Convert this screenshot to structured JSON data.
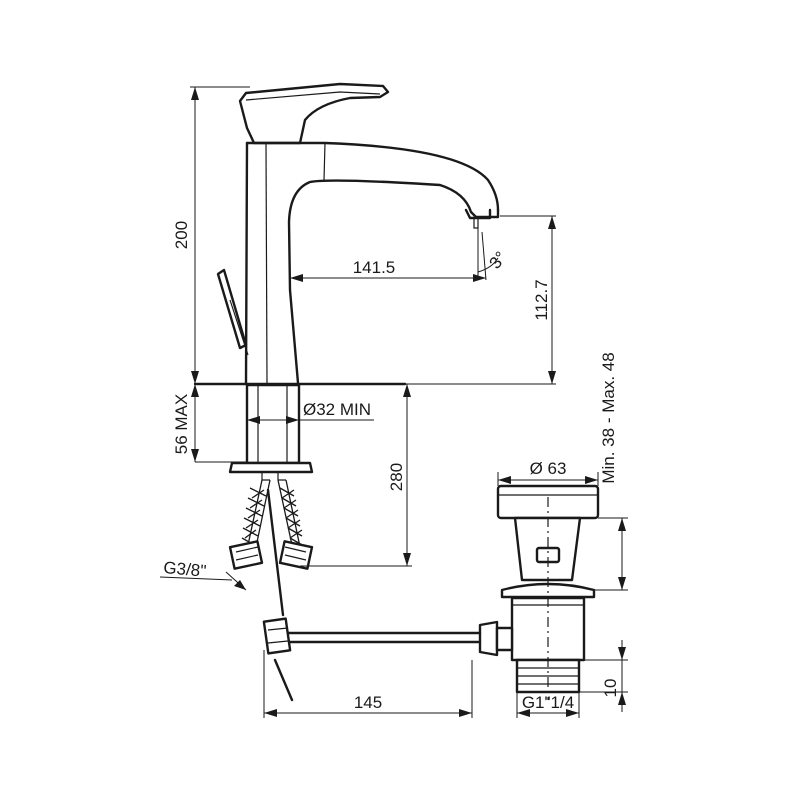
{
  "dimensions": {
    "height_total": "200",
    "spout_reach": "141.5",
    "spout_height": "112.7",
    "spout_angle": "3°",
    "deck_thickness": "56 MAX",
    "hole_diameter": "Ø32 MIN",
    "hose_length": "280",
    "hose_thread": "G3/8\"",
    "rod_length": "145",
    "waste_diameter": "Ø 63",
    "waste_height_range": "Min. 38 - Max. 48",
    "waste_thread": "G1\"1/4",
    "waste_thread_length": "10"
  }
}
